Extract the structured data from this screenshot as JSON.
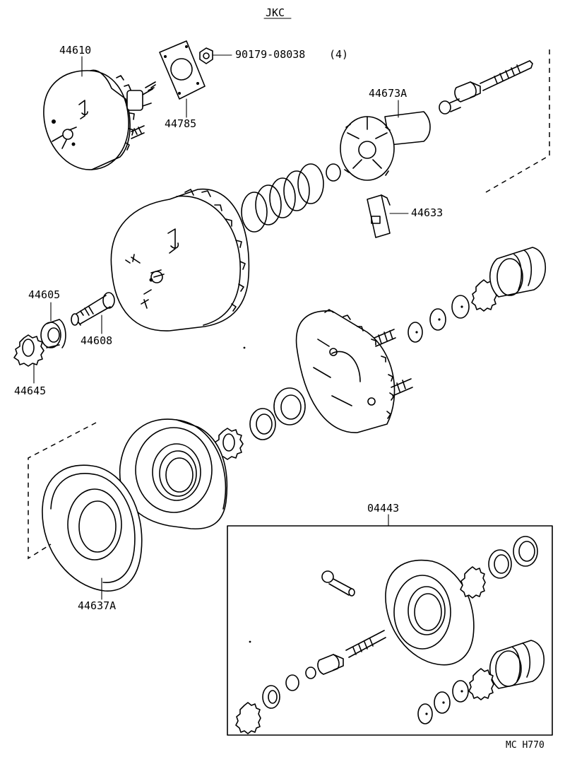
{
  "header": {
    "model_code": "JKC"
  },
  "parts": {
    "booster_assembly": "44610",
    "gasket": "44785",
    "nut": "90179-08038",
    "nut_qty": "(4)",
    "valve_body": "44673A",
    "key": "44633",
    "seal": "44605",
    "push_rod": "44608",
    "retainer": "44645",
    "diaphragm": "44637A",
    "repair_kit": "04443"
  },
  "footer": {
    "drawing_code": "MC  H770"
  }
}
